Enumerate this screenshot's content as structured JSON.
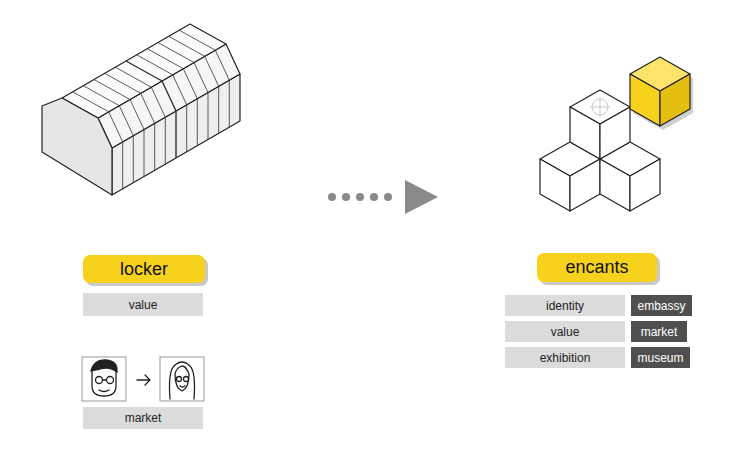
{
  "diagram": {
    "nodes": [
      {
        "text": [
          "locker"
        ]
      },
      {
        "text": [
          "value"
        ]
      },
      {
        "text": [
          "market"
        ]
      },
      {
        "text": [
          "encants"
        ]
      },
      {
        "text": [
          "identity"
        ]
      },
      {
        "text": [
          "embassy"
        ]
      },
      {
        "text": [
          "value"
        ]
      },
      {
        "text": [
          "market"
        ]
      },
      {
        "text": [
          "exhibition"
        ]
      },
      {
        "text": [
          "museum"
        ]
      }
    ]
  }
}
